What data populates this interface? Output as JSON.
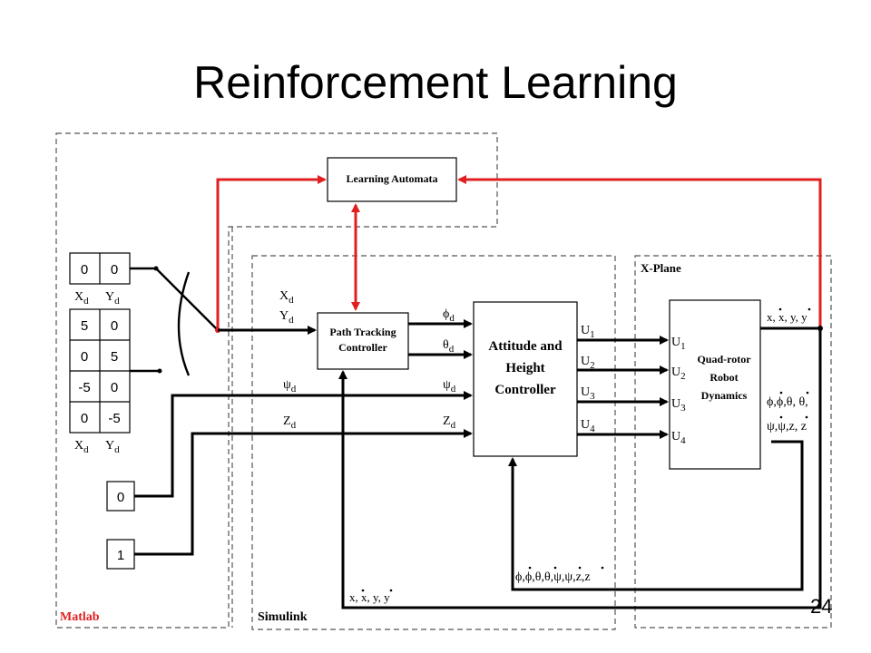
{
  "slide": {
    "title": "Reinforcement Learning",
    "page_number": "24"
  },
  "colors": {
    "feedback_line": "#e02020",
    "line": "#000000",
    "dashed_border": "#555555"
  },
  "regions": {
    "matlab": "Matlab",
    "simulink": "Simulink",
    "xplane": "X-Plane"
  },
  "blocks": {
    "learning_automata": "Learning Automata",
    "path_tracking": [
      "Path Tracking",
      "Controller"
    ],
    "attitude_height": [
      "Attitude and",
      "Height",
      "Controller"
    ],
    "quad_rotor": [
      "Quad-rotor",
      "Robot",
      "Dynamics"
    ]
  },
  "constants": {
    "top_pair": [
      "0",
      "0"
    ],
    "grid": [
      [
        "5",
        "0"
      ],
      [
        "0",
        "5"
      ],
      [
        "-5",
        "0"
      ],
      [
        "0",
        "-5"
      ]
    ],
    "psi_const": "0",
    "z_const": "1"
  },
  "table_labels": {
    "xd": "X",
    "yd": "Y",
    "sub": "d"
  },
  "signals": {
    "xd": "X",
    "yd": "Y",
    "psi_d": "ψ",
    "z_d": "Z",
    "phi_d": "ϕ",
    "theta_d": "θ",
    "psi_d2": "ψ",
    "z_d2": "Z",
    "u1": "U",
    "u2": "U",
    "u3": "U",
    "u4": "U",
    "u_in1": "U",
    "u_in2": "U",
    "u_in3": "U",
    "u_in4": "U",
    "sub_d": "d",
    "sub_1": "1",
    "sub_2": "2",
    "sub_3": "3",
    "sub_4": "4",
    "pos_out": "x, x, y, y",
    "state_out_1": "ϕ,ϕ,θ, θ,",
    "state_out_2": "ψ,ψ,z, z",
    "state_feedback": "ϕ,ϕ,θ,θ,ψ,ψ,z,z",
    "pos_feedback": "x, x, y, y"
  }
}
